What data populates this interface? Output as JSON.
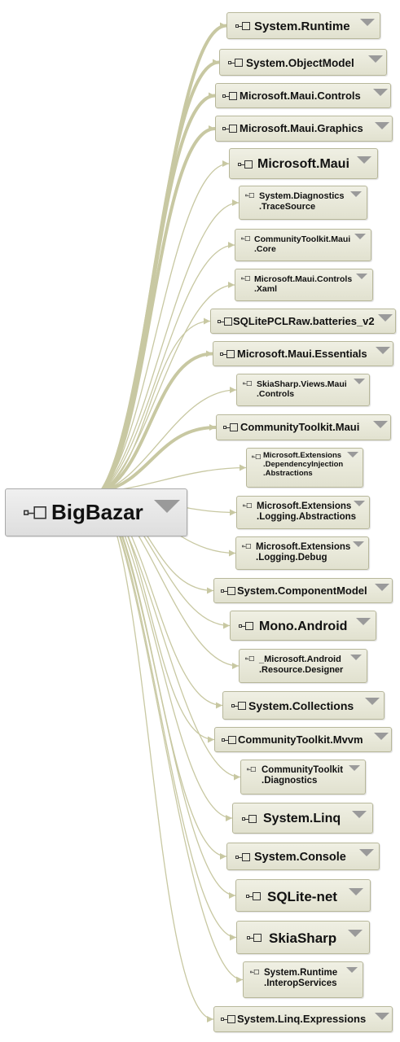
{
  "diagram": {
    "root": {
      "label": "BigBazar"
    },
    "dependencies": [
      {
        "label": "System.Runtime"
      },
      {
        "label": "System.ObjectModel"
      },
      {
        "label": "Microsoft.Maui.Controls"
      },
      {
        "label": "Microsoft.Maui.Graphics"
      },
      {
        "label": "Microsoft.Maui"
      },
      {
        "label": "System.Diagnostics\n.TraceSource"
      },
      {
        "label": "CommunityToolkit.Maui\n.Core"
      },
      {
        "label": "Microsoft.Maui.Controls\n.Xaml"
      },
      {
        "label": "SQLitePCLRaw.batteries_v2"
      },
      {
        "label": "Microsoft.Maui.Essentials"
      },
      {
        "label": "SkiaSharp.Views.Maui\n.Controls"
      },
      {
        "label": "CommunityToolkit.Maui"
      },
      {
        "label": "Microsoft.Extensions\n.DependencyInjection\n.Abstractions"
      },
      {
        "label": "Microsoft.Extensions\n.Logging.Abstractions"
      },
      {
        "label": "Microsoft.Extensions\n.Logging.Debug"
      },
      {
        "label": "System.ComponentModel"
      },
      {
        "label": "Mono.Android"
      },
      {
        "label": "_Microsoft.Android\n.Resource.Designer"
      },
      {
        "label": "System.Collections"
      },
      {
        "label": "CommunityToolkit.Mvvm"
      },
      {
        "label": "CommunityToolkit\n.Diagnostics"
      },
      {
        "label": "System.Linq"
      },
      {
        "label": "System.Console"
      },
      {
        "label": "SQLite-net"
      },
      {
        "label": "SkiaSharp"
      },
      {
        "label": "System.Runtime\n.InteropServices"
      },
      {
        "label": "System.Linq.Expressions"
      }
    ],
    "colors": {
      "edge": "#c8c8a2",
      "node_fill": "#e8e8d8",
      "root_fill": "#e6e6e6"
    }
  }
}
